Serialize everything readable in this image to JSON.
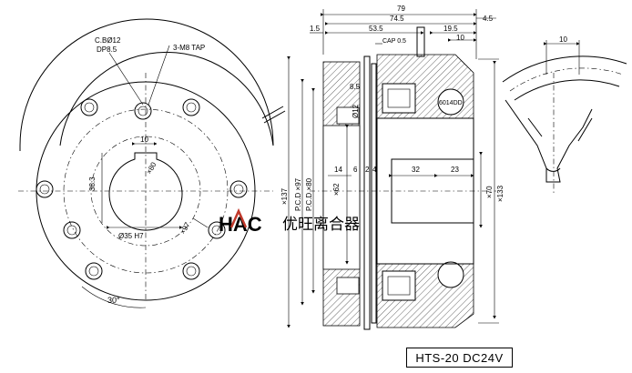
{
  "title_block": {
    "model": "HTS-20 DC24V"
  },
  "watermark": {
    "logo": "HAC",
    "company": "优旺离合器"
  },
  "front_view": {
    "counterbore": "C.BØ12",
    "counterbore_depth": "DP8.5",
    "tap": "3-M8 TAP",
    "key_width": "10",
    "keyway_height": "38.3",
    "bore": "Ø35 H7",
    "hub_diameter": "×80",
    "bolt_circle": "×97",
    "angle": "30°"
  },
  "section_view": {
    "overall_length": "79",
    "body_length": "74.5",
    "right_offset": "4.5",
    "left_offset": "1.5",
    "flange_length": "53.5",
    "rear_length": "19.5",
    "rear_step": "10",
    "gap": "CAP 0.5",
    "dim_8_5": "8.5",
    "dim_12": "Ø12",
    "plate_14": "14",
    "plate_6": "6",
    "plate_2": "2",
    "plate_4": "4",
    "hub_32": "32",
    "hub_23": "23",
    "d137": "×137",
    "pcd97": "P.C.D ×97",
    "pcd80": "P.C.D ×80",
    "d62": "×62",
    "d70": "×70",
    "d133": "×133",
    "bearing": "6014DD"
  },
  "detail_view": {
    "width": "10"
  }
}
